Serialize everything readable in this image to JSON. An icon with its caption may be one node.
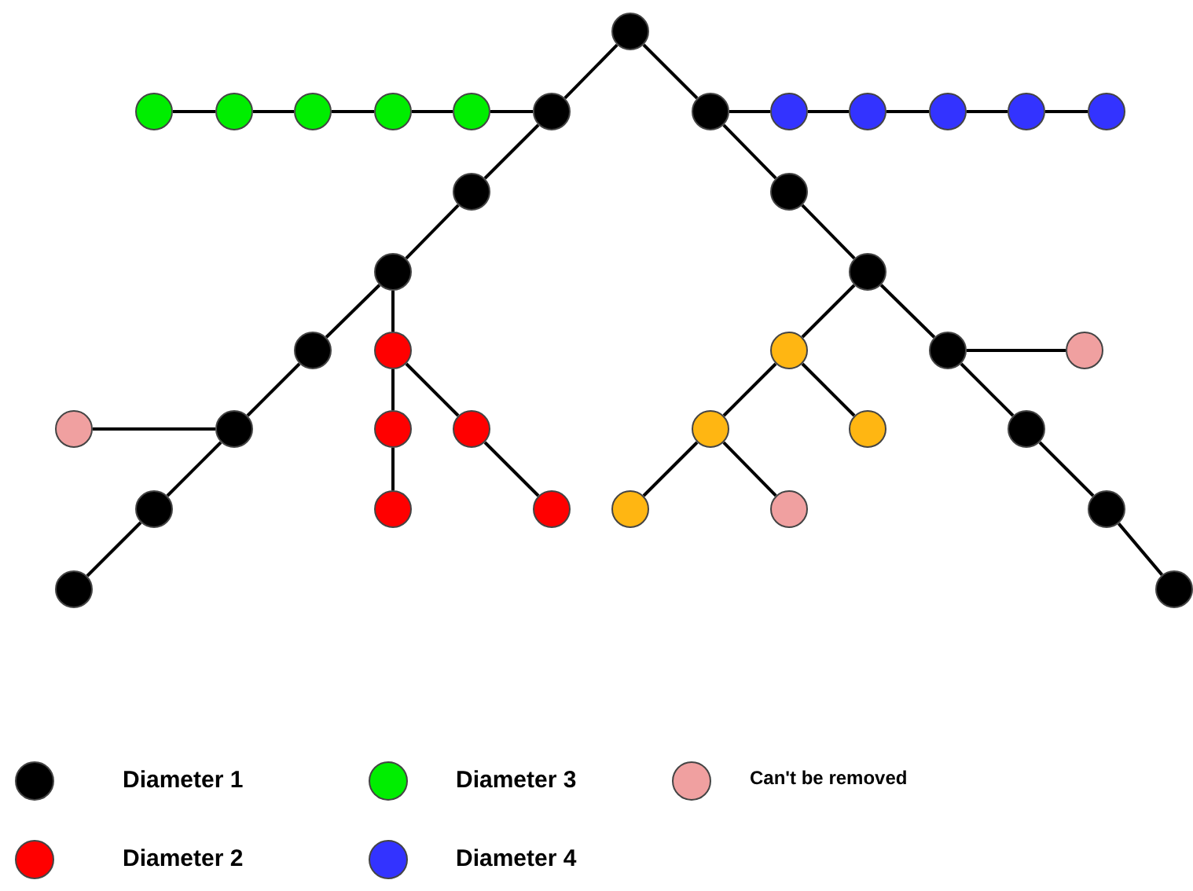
{
  "diagram": {
    "nodes": [
      {
        "text": [],
        "shape": "circle"
      },
      {
        "text": [],
        "shape": "circle"
      },
      {
        "text": [],
        "shape": "circle"
      },
      {
        "text": [],
        "shape": "circle"
      },
      {
        "text": [],
        "shape": "circle"
      },
      {
        "text": [],
        "shape": "circle"
      },
      {
        "text": [],
        "shape": "circle"
      },
      {
        "text": [],
        "shape": "circle"
      },
      {
        "text": [],
        "shape": "circle"
      },
      {
        "text": [],
        "shape": "circle"
      },
      {
        "text": [],
        "shape": "circle"
      },
      {
        "text": [],
        "shape": "circle"
      },
      {
        "text": [],
        "shape": "circle"
      },
      {
        "text": [],
        "shape": "circle"
      },
      {
        "text": [],
        "shape": "circle"
      },
      {
        "text": [],
        "shape": "circle"
      },
      {
        "text": [],
        "shape": "circle"
      },
      {
        "text": [],
        "shape": "circle"
      },
      {
        "text": [],
        "shape": "circle"
      },
      {
        "text": [],
        "shape": "circle"
      },
      {
        "text": [],
        "shape": "circle"
      },
      {
        "text": [],
        "shape": "circle"
      },
      {
        "text": [],
        "shape": "circle"
      },
      {
        "text": [],
        "shape": "circle"
      },
      {
        "text": [],
        "shape": "circle"
      },
      {
        "text": [],
        "shape": "circle"
      },
      {
        "text": [],
        "shape": "circle"
      },
      {
        "text": [],
        "shape": "circle"
      },
      {
        "text": [],
        "shape": "circle"
      },
      {
        "text": [],
        "shape": "circle"
      },
      {
        "text": [],
        "shape": "circle"
      },
      {
        "text": [],
        "shape": "circle"
      },
      {
        "text": [],
        "shape": "circle"
      },
      {
        "text": [],
        "shape": "circle"
      },
      {
        "text": [],
        "shape": "circle"
      },
      {
        "text": [],
        "shape": "circle"
      },
      {
        "text": [],
        "shape": "circle"
      }
    ],
    "edges": [
      {
        "from": 0,
        "to": 6,
        "arrow": "none"
      },
      {
        "from": 0,
        "to": 7,
        "arrow": "none"
      },
      {
        "from": 1,
        "to": 2,
        "arrow": "none"
      },
      {
        "from": 2,
        "to": 3,
        "arrow": "none"
      },
      {
        "from": 3,
        "to": 4,
        "arrow": "none"
      },
      {
        "from": 4,
        "to": 5,
        "arrow": "none"
      },
      {
        "from": 5,
        "to": 6,
        "arrow": "none"
      },
      {
        "from": 7,
        "to": 8,
        "arrow": "none"
      },
      {
        "from": 8,
        "to": 9,
        "arrow": "none"
      },
      {
        "from": 9,
        "to": 10,
        "arrow": "none"
      },
      {
        "from": 10,
        "to": 11,
        "arrow": "none"
      },
      {
        "from": 11,
        "to": 12,
        "arrow": "none"
      },
      {
        "from": 6,
        "to": 13,
        "arrow": "none"
      },
      {
        "from": 7,
        "to": 14,
        "arrow": "none"
      },
      {
        "from": 13,
        "to": 15,
        "arrow": "none"
      },
      {
        "from": 14,
        "to": 16,
        "arrow": "none"
      },
      {
        "from": 15,
        "to": 17,
        "arrow": "none"
      },
      {
        "from": 15,
        "to": 18,
        "arrow": "none"
      },
      {
        "from": 16,
        "to": 19,
        "arrow": "none"
      },
      {
        "from": 16,
        "to": 20,
        "arrow": "none"
      },
      {
        "from": 20,
        "to": 21,
        "arrow": "none"
      },
      {
        "from": 17,
        "to": 23,
        "arrow": "none"
      },
      {
        "from": 22,
        "to": 23,
        "arrow": "none"
      },
      {
        "from": 18,
        "to": 24,
        "arrow": "none"
      },
      {
        "from": 18,
        "to": 25,
        "arrow": "none"
      },
      {
        "from": 19,
        "to": 26,
        "arrow": "none"
      },
      {
        "from": 19,
        "to": 27,
        "arrow": "none"
      },
      {
        "from": 20,
        "to": 28,
        "arrow": "none"
      },
      {
        "from": 23,
        "to": 29,
        "arrow": "none"
      },
      {
        "from": 24,
        "to": 30,
        "arrow": "none"
      },
      {
        "from": 25,
        "to": 31,
        "arrow": "none"
      },
      {
        "from": 26,
        "to": 32,
        "arrow": "none"
      },
      {
        "from": 26,
        "to": 33,
        "arrow": "none"
      },
      {
        "from": 28,
        "to": 34,
        "arrow": "none"
      },
      {
        "from": 29,
        "to": 35,
        "arrow": "none"
      },
      {
        "from": 34,
        "to": 36,
        "arrow": "none"
      }
    ],
    "legend": [
      {
        "text": "Diameter 1",
        "color": "#000000"
      },
      {
        "text": "Diameter 3",
        "color": "#00ee00"
      },
      {
        "text": "Can't be removed",
        "color": "#f0a0a0"
      },
      {
        "text": "Diameter 2",
        "color": "#ff0000"
      },
      {
        "text": "Diameter 4",
        "color": "#3333ff"
      }
    ]
  }
}
